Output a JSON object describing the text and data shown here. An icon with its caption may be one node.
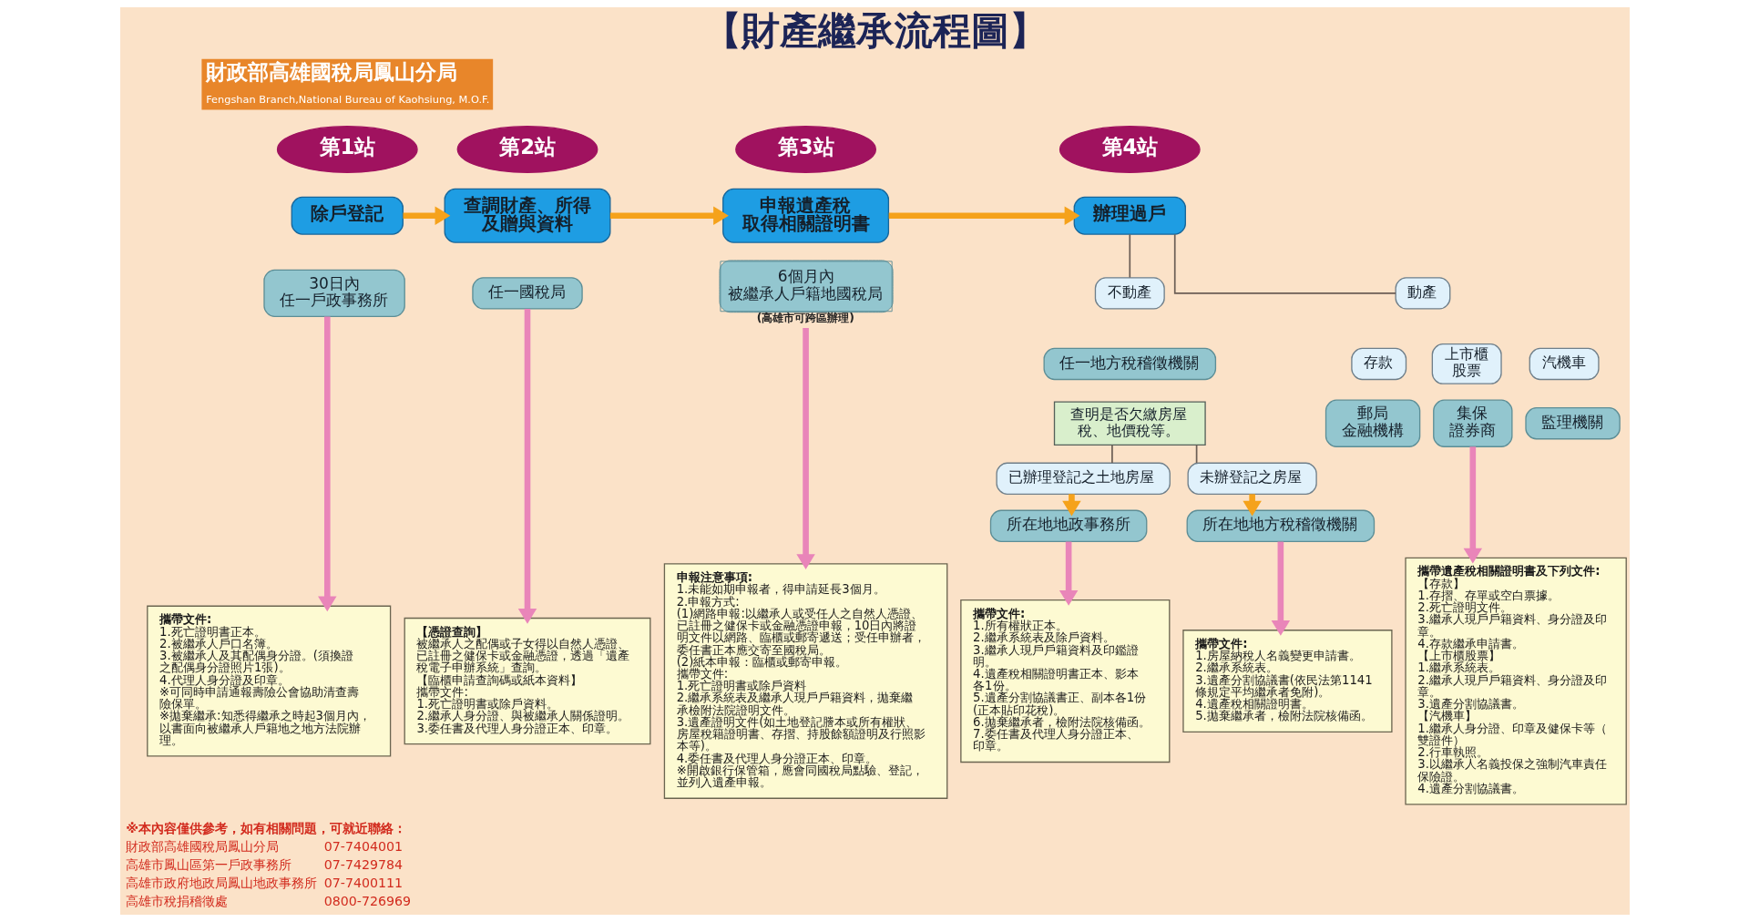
{
  "diagram": {
    "title": "【財產繼承流程圖】",
    "nodes": [
      {
        "text": [
          "第1站"
        ]
      },
      {
        "text": [
          "除戶登記"
        ]
      },
      {
        "text": [
          "30日內",
          "任一戶政事務所"
        ]
      },
      {
        "text": [
          "攜帶文件:",
          "1.死亡證明書正本。",
          "2.被繼承人戶口名簿。",
          "3.被繼承人及其配偶身分證。(須換證之配偶身分證照片1張)。",
          "4.代理人身分證及印章。",
          "※可同時申請通報壽險公會協助清查壽險保單。",
          "※拋棄繼承:知悉得繼承之時起3個月內，以書面向被繼承人戶籍地之地方法院辦理。"
        ]
      },
      {
        "text": [
          "第2站"
        ]
      },
      {
        "text": [
          "查調財產、所得及贈與資料"
        ]
      },
      {
        "text": [
          "任一國稅局"
        ]
      },
      {
        "text": [
          "【憑證查詢】",
          "被繼承人之配偶或子女得以自然人憑證、已註冊之健保卡或金融憑證，透過「遺產稅電子申辦系統」查詢。",
          "【臨櫃申請查詢碼或紙本資料】",
          "攜帶文件:",
          "1.死亡證明書或除戶資料。",
          "2.繼承人身分證、與被繼承人關係證明。",
          "3.委任書及代理人身分證正本、印章。"
        ]
      },
      {
        "text": [
          "第3站"
        ]
      },
      {
        "text": [
          "申報遺產稅",
          "取得相關證明書"
        ]
      },
      {
        "text": [
          "6個月內",
          "被繼承人戶籍地國稅局"
        ],
        "beside": [
          "(高雄市可跨區辦理)"
        ]
      },
      {
        "text": [
          "申報注意事項:",
          "1.未能如期申報者，得申請延長3個月。",
          "2.申報方式:",
          "(1)網路申報:以繼承人或受任人之自然人憑證、已註冊之健保卡或金融憑證申報，10日內將證明文件以網路、臨櫃或郵寄遞送；受任申辦者，委任書正本應交寄至國稅局。",
          "(2)紙本申報：臨櫃或郵寄申報。",
          "攜帶文件:",
          "1.死亡證明書或除戶資料",
          "2.繼承系統表及繼承人現戶戶籍資料，拋棄繼承檢附法院證明文件。",
          "3.遺產證明文件(如土地登記謄本或所有權狀、房屋稅籍證明書、存摺、持股餘額證明及行照影本等)。",
          "4.委任書及代理人身分證正本、印章。",
          "※開啟銀行保管箱，應會同國稅局點驗、登記，並列入遺產申報。"
        ]
      },
      {
        "text": [
          "第4站"
        ]
      },
      {
        "text": [
          "辦理過戶"
        ]
      },
      {
        "text": [
          "不動產"
        ]
      },
      {
        "text": [
          "任一地方稅稽徵機關"
        ]
      },
      {
        "text": [
          "查明是否欠繳房屋稅、地價稅等。"
        ]
      },
      {
        "text": [
          "已辦理登記之土地房屋"
        ]
      },
      {
        "text": [
          "未辦登記之房屋"
        ]
      },
      {
        "text": [
          "所在地地政事務所"
        ]
      },
      {
        "text": [
          "所在地地方稅稽徵機關"
        ]
      },
      {
        "text": [
          "攜帶文件:",
          "1.所有權狀正本。",
          "2.繼承系統表及除戶資料。",
          "3.繼承人現戶戶籍資料及印鑑證明。",
          "4.遺產稅相關證明書正本、影本各1份。",
          "5.遺產分割協議書正、副本各1份(正本貼印花稅)。",
          "6.拋棄繼承者，檢附法院核備函。",
          "7.委任書及代理人身分證正本、印章。"
        ]
      },
      {
        "text": [
          "攜帶文件:",
          "1.房屋納稅人名義變更申請書。",
          "2.繼承系統表。",
          "3.遺產分割協議書(依民法第1141條規定平均繼承者免附)。",
          "4.遺產稅相關證明書。",
          "5.拋棄繼承者，檢附法院核備函。"
        ]
      },
      {
        "text": [
          "動產"
        ]
      },
      {
        "text": [
          "存款"
        ]
      },
      {
        "text": [
          "上市櫃股票"
        ]
      },
      {
        "text": [
          "汽機車"
        ]
      },
      {
        "text": [
          "郵局",
          "金融機構"
        ]
      },
      {
        "text": [
          "集保",
          "證券商"
        ]
      },
      {
        "text": [
          "監理機關"
        ]
      },
      {
        "text": [
          "攜帶遺產稅相關證明書及下列文件:",
          "【存款】",
          "1.存摺、存單或空白票據。",
          "2.死亡證明文件。",
          "3.繼承人現戶戶籍資料、身分證及印章。",
          "4.存款繼承申請書。",
          "【上市櫃股票】",
          "1.繼承系統表。",
          "2.繼承人現戶戶籍資料、身分證及印章。",
          "3.遺產分割協議書。",
          "【汽機車】",
          "1.繼承人身分證、印章及健保卡等（雙證件）",
          "2.行車執照。",
          "3.以繼承人名義投保之強制汽車責任保險證。",
          "4.遺產分割協議書。"
        ]
      }
    ],
    "edges": [
      {
        "from": 1,
        "to": 5,
        "arrow": "to",
        "color": "#f5a21b"
      },
      {
        "from": 5,
        "to": 9,
        "arrow": "to",
        "color": "#f5a21b"
      },
      {
        "from": 9,
        "to": 13,
        "arrow": "to",
        "color": "#f5a21b"
      },
      {
        "from": 2,
        "to": 3,
        "arrow": "to"
      },
      {
        "from": 6,
        "to": 7,
        "arrow": "to"
      },
      {
        "from": 10,
        "to": 11,
        "arrow": "to"
      },
      {
        "from": 13,
        "to": 14,
        "arrow": "none",
        "color": "#6b5e55"
      },
      {
        "from": 13,
        "to": 23,
        "arrow": "none",
        "color": "#6b5e55"
      },
      {
        "from": 16,
        "to": 17,
        "arrow": "none",
        "color": "#6b5e55"
      },
      {
        "from": 16,
        "to": 18,
        "arrow": "none",
        "color": "#6b5e55"
      },
      {
        "from": 17,
        "to": 19,
        "arrow": "to",
        "color": "#f5a21b"
      },
      {
        "from": 18,
        "to": 20,
        "arrow": "to",
        "color": "#f5a21b"
      },
      {
        "from": 19,
        "to": 21,
        "arrow": "to"
      },
      {
        "from": 20,
        "to": 22,
        "arrow": "to"
      },
      {
        "from": 28,
        "to": 30,
        "arrow": "to"
      }
    ],
    "labels": [
      "財政部高雄國稅局鳳山分局",
      "Fengshan Branch,National Bureau of Kaohsiung, M.O.F.",
      "※本內容僅供參考，如有相關問題，可就近聯絡：",
      "財政部高雄國稅局鳳山分局",
      "07-7404001",
      "高雄市鳳山區第一戶政事務所",
      "07-7429784",
      "高雄市政府地政局鳳山地政事務所",
      "07-7400111",
      "高雄市稅捐稽徵處",
      "0800-726969"
    ]
  }
}
